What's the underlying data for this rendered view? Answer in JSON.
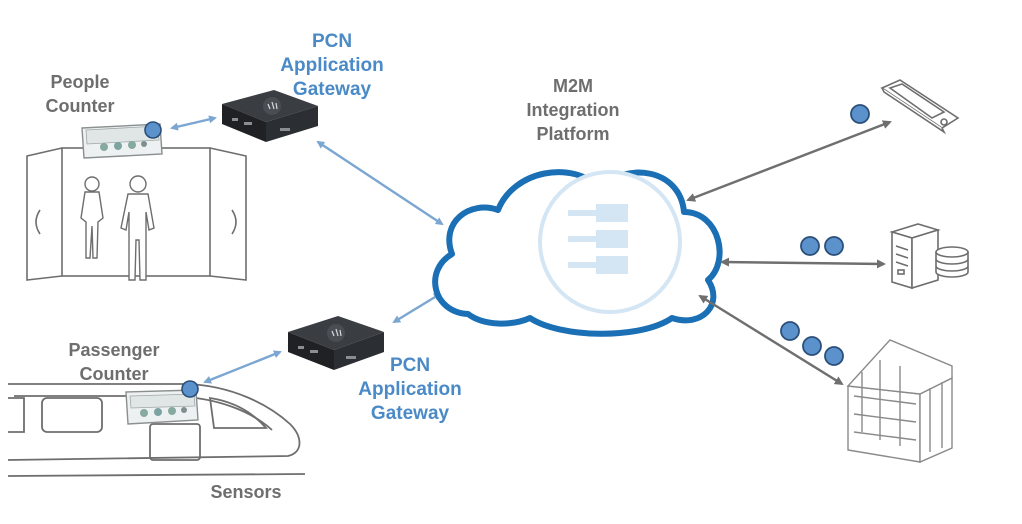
{
  "labels": {
    "people_counter": [
      "People",
      "Counter"
    ],
    "gateway_top": [
      "PCN",
      "Application",
      "Gateway"
    ],
    "platform": [
      "M2M",
      "Integration",
      "Platform"
    ],
    "passenger_counter": [
      "Passenger",
      "Counter"
    ],
    "gateway_bottom": [
      "PCN",
      "Application",
      "Gateway"
    ],
    "sensors": "Sensors"
  },
  "icons": [
    "people-counter-sensor-icon",
    "door-frame-icon",
    "person-icon",
    "gateway-device-icon",
    "cloud-icon",
    "plug-connector-icon",
    "smartphone-icon",
    "server-icon",
    "database-icon",
    "building-icon",
    "train-icon",
    "data-dot-icon"
  ],
  "colors": {
    "label_blue": "#4a8ac6",
    "label_gray": "#6e6e6e",
    "arrow_blue": "#7ba6d1",
    "arrow_gray": "#6f6f6f",
    "cloud_stroke": "#1a6fb5",
    "dot_fill": "#5b92cc",
    "dot_stroke": "#2b4f7a"
  }
}
